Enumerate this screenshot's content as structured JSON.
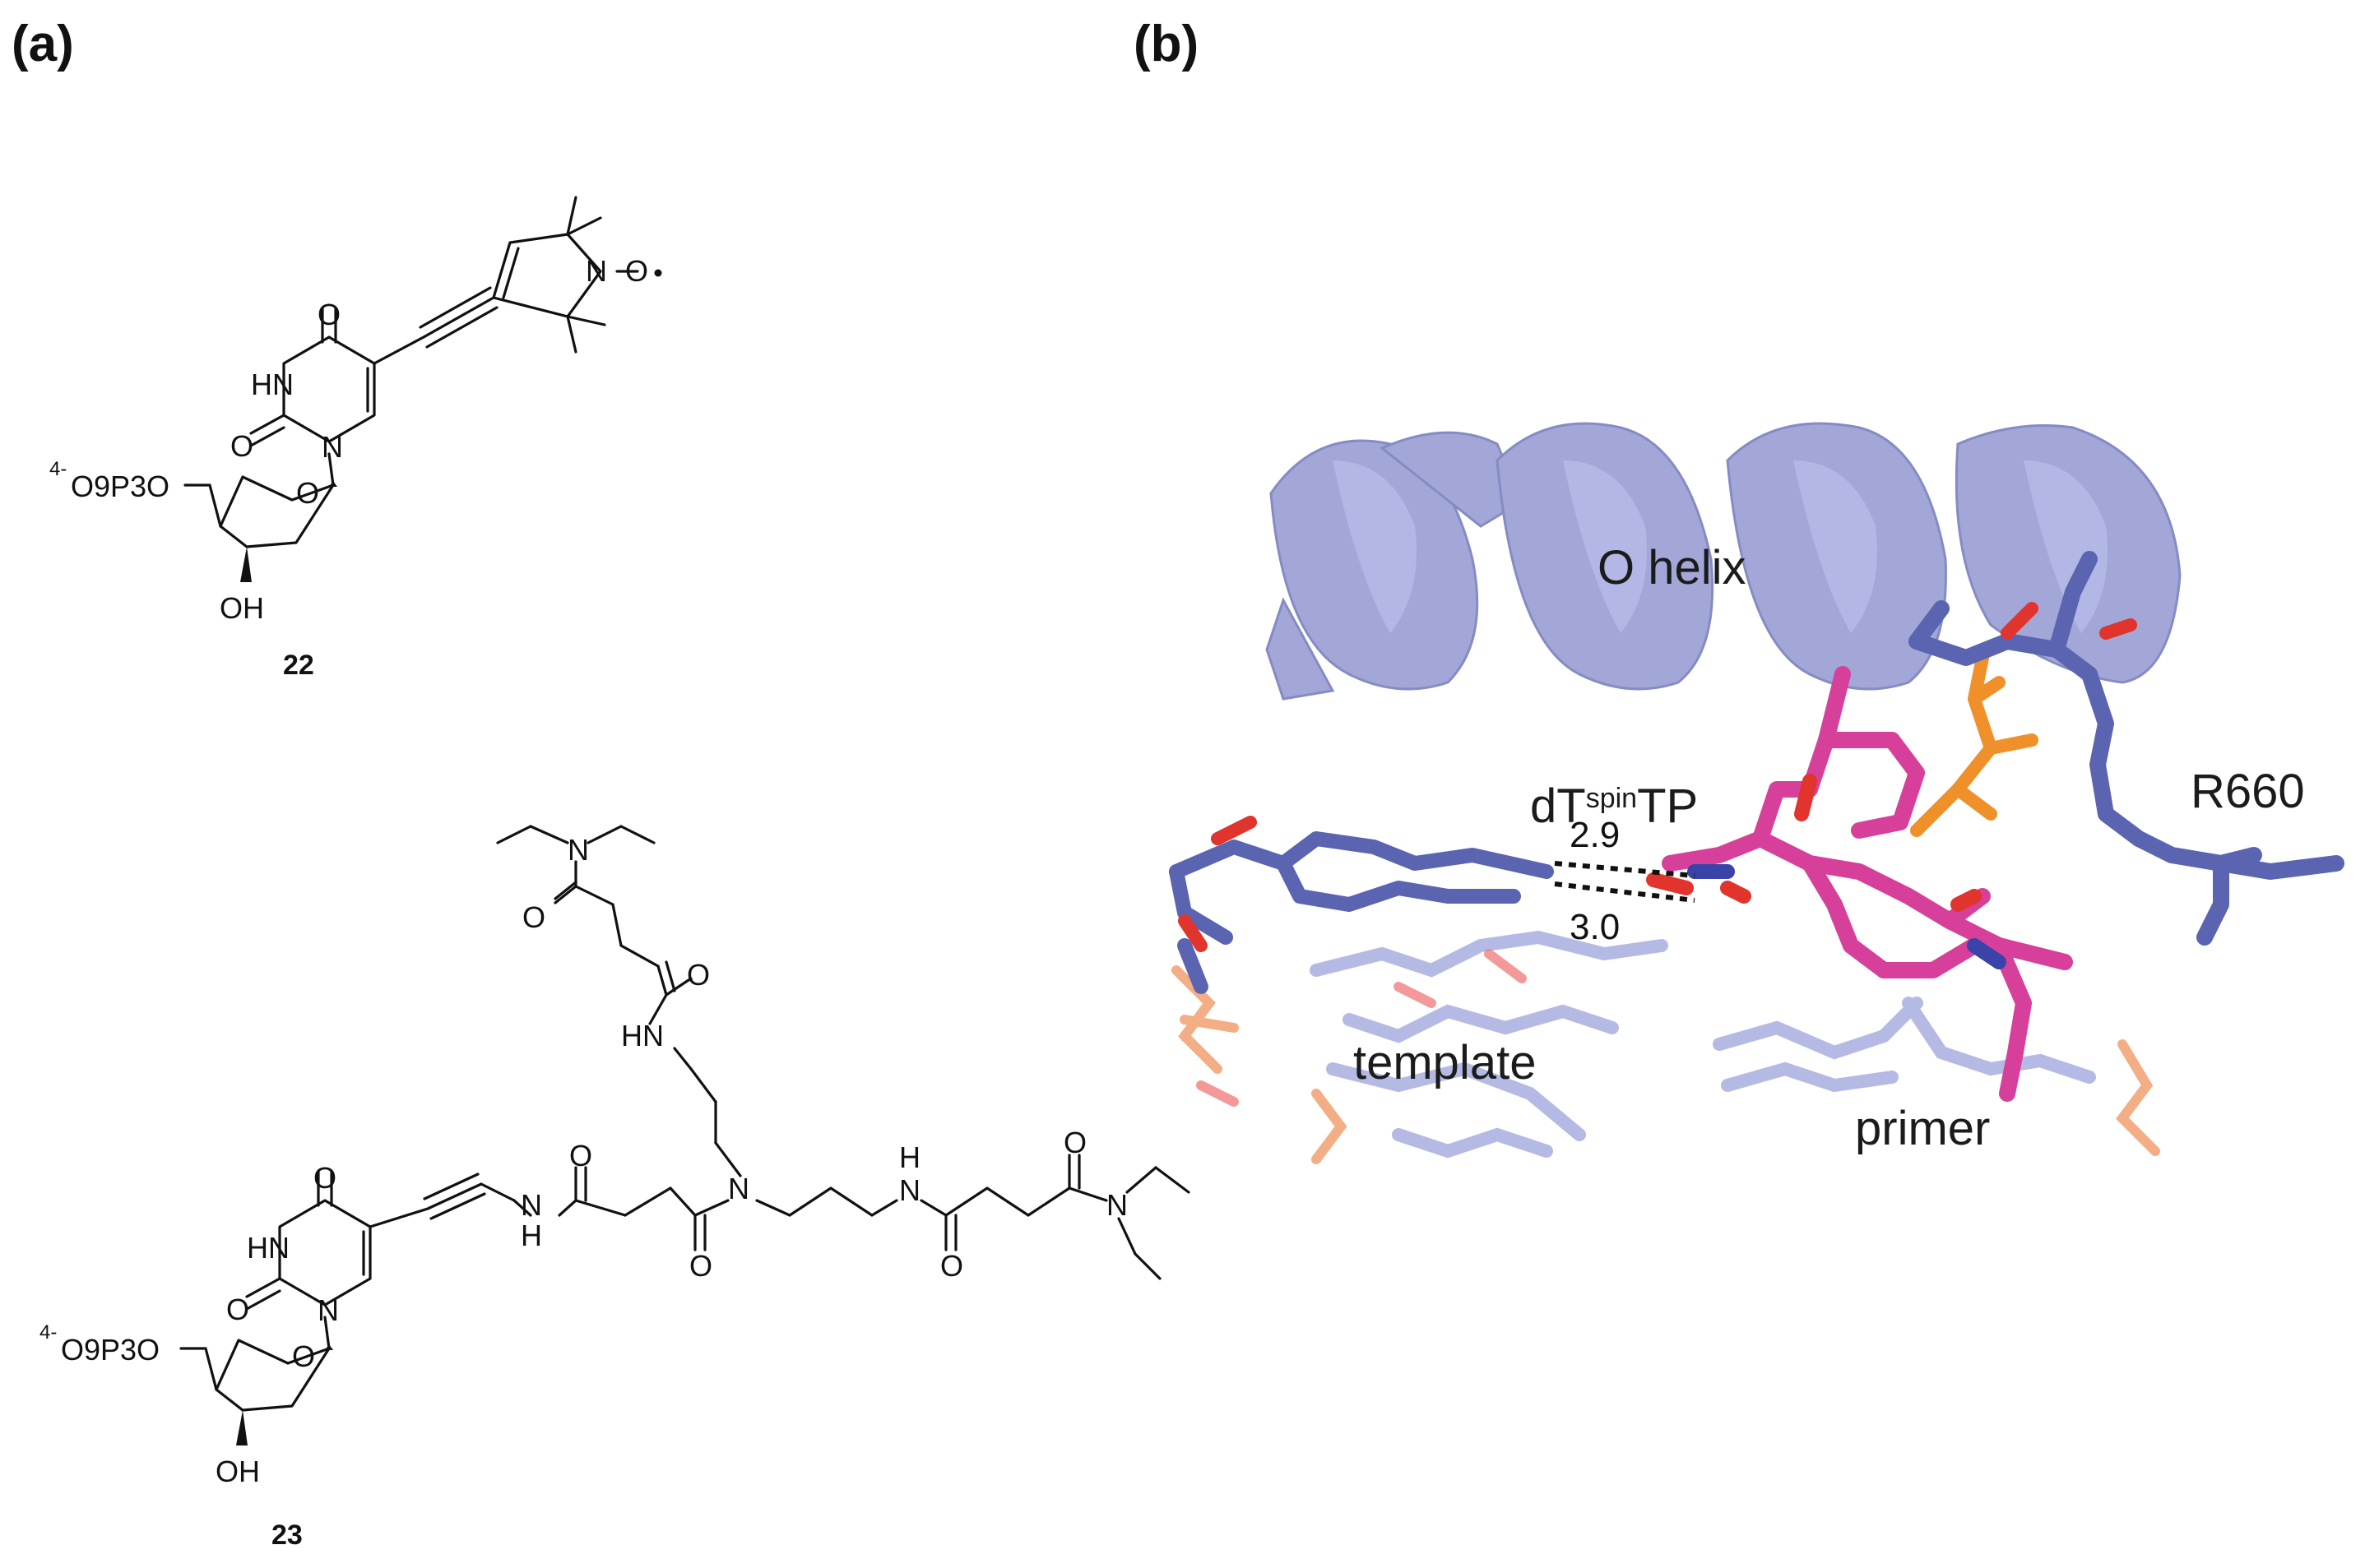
{
  "panels": {
    "a": {
      "label": "(a)"
    },
    "b": {
      "label": "(b)"
    }
  },
  "compound_22": {
    "number": "22",
    "atoms": {
      "o_top": "O",
      "hn": "HN",
      "o_left": "O",
      "n1": "N",
      "n_nitroxide": "N",
      "o_radical": "O",
      "oh": "OH",
      "ring_o": "O",
      "phos": "O9P3O",
      "phos_charge": "4-"
    }
  },
  "compound_23": {
    "number": "23",
    "atoms": {
      "o_top": "O",
      "hn": "HN",
      "o_left": "O",
      "n1": "N",
      "nh_amide1": "N",
      "h_amide1": "H",
      "o_amide1": "O",
      "o_amide2": "O",
      "n_central": "N",
      "hn_up": "HN",
      "o_up1": "O",
      "o_up2": "O",
      "n_diethyl_up": "N",
      "h_right": "H",
      "n_right": "N",
      "o_right1": "O",
      "o_right2": "O",
      "n_diethyl_right": "N",
      "oh": "OH",
      "ring_o": "O",
      "phos": "O9P3O",
      "phos_charge": "4-"
    }
  },
  "structure_labels": {
    "o_helix": "O helix",
    "ligand_main": "dT",
    "ligand_sup": "spin",
    "ligand_end": "TP",
    "r660": "R660",
    "dist1": "2.9",
    "dist2": "3.0",
    "template": "template",
    "primer": "primer"
  },
  "colors": {
    "helix": "#9ea3d6",
    "residue": "#5a64b0",
    "ligand": "#d6409a",
    "oxygen": "#e0342c",
    "phosphate": "#f0902a",
    "nucleic": "#a7aee0"
  }
}
